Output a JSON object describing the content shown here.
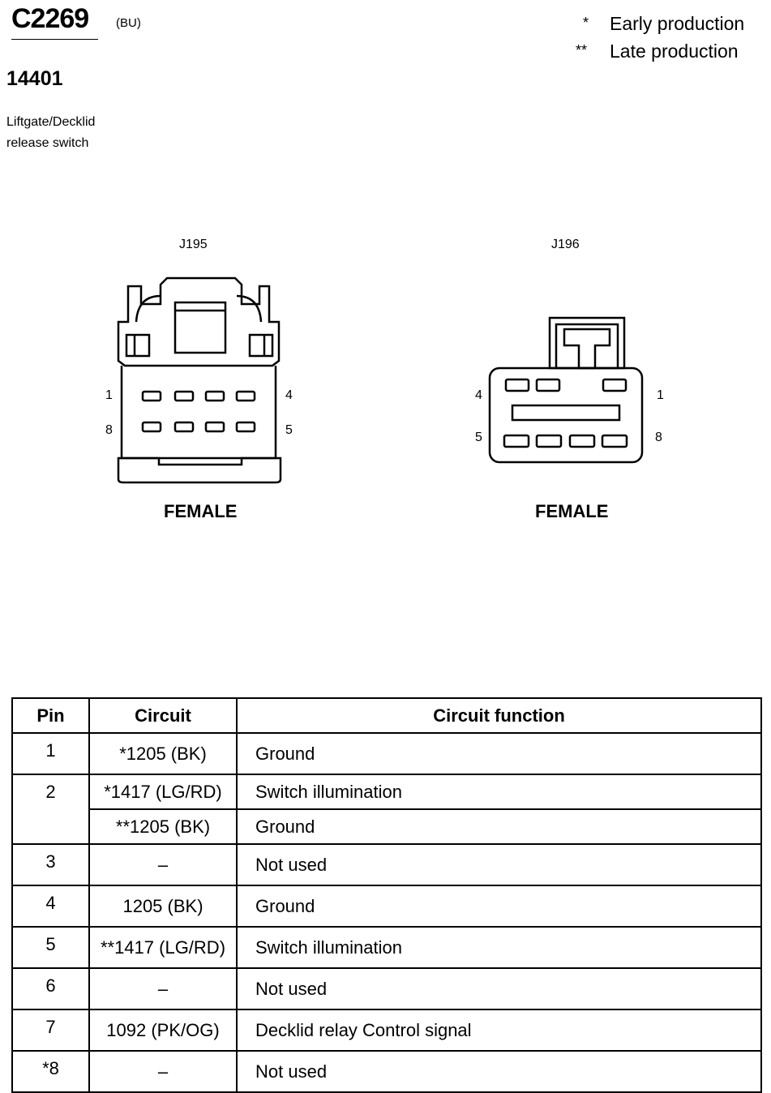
{
  "header": {
    "connector_id": "C2269",
    "connector_color": "(BU)",
    "part_number": "14401",
    "description_line1": "Liftgate/Decklid",
    "description_line2": "release switch"
  },
  "legend": [
    {
      "symbol": "*",
      "text": "Early production"
    },
    {
      "symbol": "**",
      "text": "Late production"
    }
  ],
  "views": [
    {
      "label": "J195",
      "gender": "FEMALE",
      "pins": {
        "top_left": "1",
        "top_right": "4",
        "bottom_left": "8",
        "bottom_right": "5"
      }
    },
    {
      "label": "J196",
      "gender": "FEMALE",
      "pins": {
        "top_left": "4",
        "top_right": "1",
        "bottom_left": "5",
        "bottom_right": "8"
      }
    }
  ],
  "table": {
    "headers": [
      "Pin",
      "Circuit",
      "Circuit function"
    ],
    "rows": [
      {
        "pin": "1",
        "circuit": "*1205 (BK)",
        "function": "Ground"
      },
      {
        "pin": "2",
        "circuit": "*1417 (LG/RD)",
        "function": "Switch illumination"
      },
      {
        "pin": "",
        "circuit": "**1205 (BK)",
        "function": "Ground"
      },
      {
        "pin": "3",
        "circuit": "–",
        "function": "Not used"
      },
      {
        "pin": "4",
        "circuit": "1205 (BK)",
        "function": "Ground"
      },
      {
        "pin": "5",
        "circuit": "**1417 (LG/RD)",
        "function": "Switch illumination"
      },
      {
        "pin": "6",
        "circuit": "–",
        "function": "Not used"
      },
      {
        "pin": "7",
        "circuit": "1092 (PK/OG)",
        "function": "Decklid relay Control signal"
      },
      {
        "pin": "*8",
        "circuit": "–",
        "function": "Not used"
      }
    ]
  }
}
